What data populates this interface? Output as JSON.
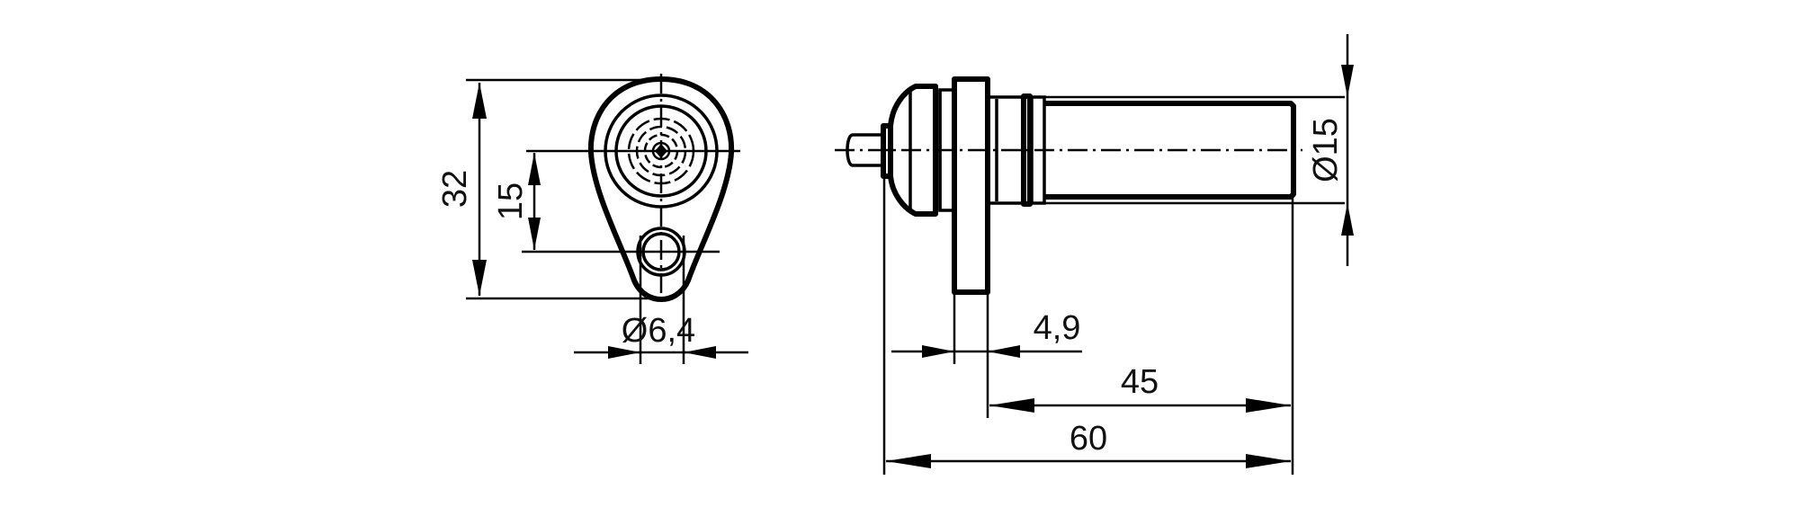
{
  "drawing": {
    "type": "technical dimension drawing",
    "subject": "cylindrical sensor with mounting flange",
    "units": "mm",
    "stroke_color": "#000000",
    "background": "#ffffff"
  },
  "front_view": {
    "dimensions": {
      "overall_height": "32",
      "hole_center_distance": "15",
      "hole_diameter": "Ø6,4"
    }
  },
  "side_view": {
    "dimensions": {
      "body_diameter": "Ø15",
      "flange_thickness": "4,9",
      "thread_length": "45",
      "overall_length": "60"
    }
  }
}
